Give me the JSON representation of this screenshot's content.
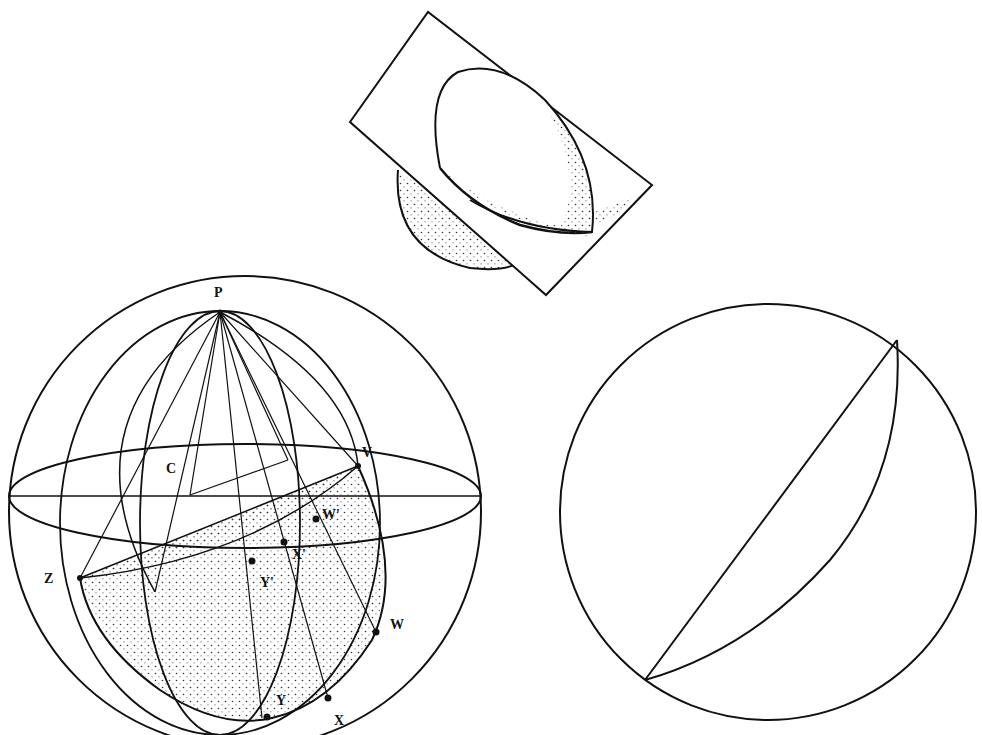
{
  "diagram": {
    "labels": [
      "P",
      "C",
      "V",
      "Z",
      "W'",
      "X'",
      "Y'",
      "W",
      "X",
      "Y"
    ]
  }
}
